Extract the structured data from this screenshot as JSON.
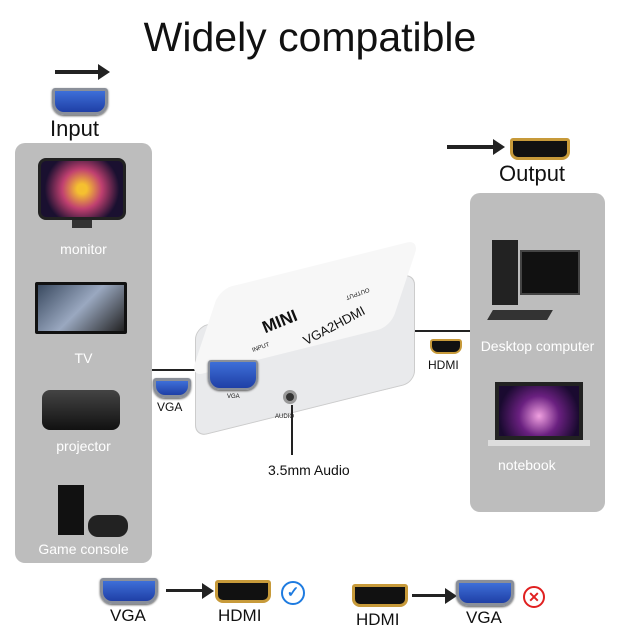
{
  "title": "Widely compatible",
  "input": {
    "label": "Input"
  },
  "output": {
    "label": "Output"
  },
  "sources": [
    {
      "label": "monitor"
    },
    {
      "label": "TV"
    },
    {
      "label": "projector"
    },
    {
      "label": "Game console"
    }
  ],
  "targets": [
    {
      "label": "Desktop computer"
    },
    {
      "label": "notebook"
    }
  ],
  "device": {
    "brand": "MINI",
    "model": "VGA2HDMI",
    "input": "INPUT",
    "vga": "VGA",
    "audio": "AUDIO",
    "output": "OUTPUT"
  },
  "connections": {
    "vga": "VGA",
    "hdmi": "HDMI",
    "audio": "3.5mm Audio"
  },
  "conversions": [
    {
      "from": "VGA",
      "to": "HDMI",
      "supported": true,
      "status_icon": "check-circle-icon"
    },
    {
      "from": "HDMI",
      "to": "VGA",
      "supported": false,
      "status_icon": "x-circle-icon"
    }
  ],
  "colors": {
    "panel": "#bdbdbd",
    "check": "#1e7be0",
    "cross": "#e02020"
  }
}
